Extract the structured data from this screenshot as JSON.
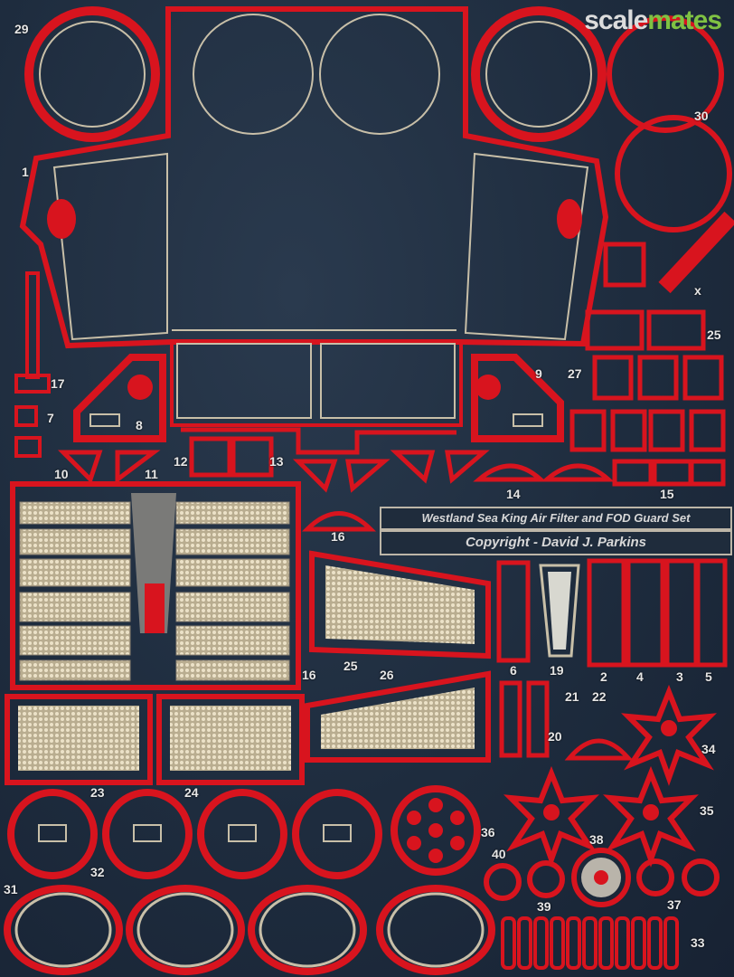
{
  "watermark": {
    "part1": "scale",
    "part2": "mates"
  },
  "plate": {
    "title": "Westland Sea King Air Filter and FOD Guard Set",
    "copyright": "Copyright - David J. Parkins"
  },
  "part_numbers": {
    "p1": "1",
    "p2": "2",
    "p3": "3",
    "p4": "4",
    "p5": "5",
    "p6": "6",
    "p7": "7",
    "p8": "8",
    "p9": "9",
    "p10": "10",
    "p11": "11",
    "p12": "12",
    "p13": "13",
    "p14": "14",
    "p15": "15",
    "p16a": "16",
    "p16b": "16",
    "p17": "17",
    "p19": "19",
    "p20": "20",
    "p21": "21",
    "p22": "22",
    "p23": "23",
    "p24": "24",
    "p25a": "25",
    "p25b": "25",
    "p26": "26",
    "p27": "27",
    "p29": "29",
    "p30": "30",
    "p31": "31",
    "p32": "32",
    "p33": "33",
    "p34": "34",
    "p35": "35",
    "p36": "36",
    "p37": "37",
    "p38": "38",
    "p39": "39",
    "p40": "40",
    "px": "x"
  },
  "colors": {
    "fret_red": "#d8141e",
    "brass": "#c8bfa8",
    "mesh": "#d9cfb4",
    "background": "#1e2c3e"
  }
}
